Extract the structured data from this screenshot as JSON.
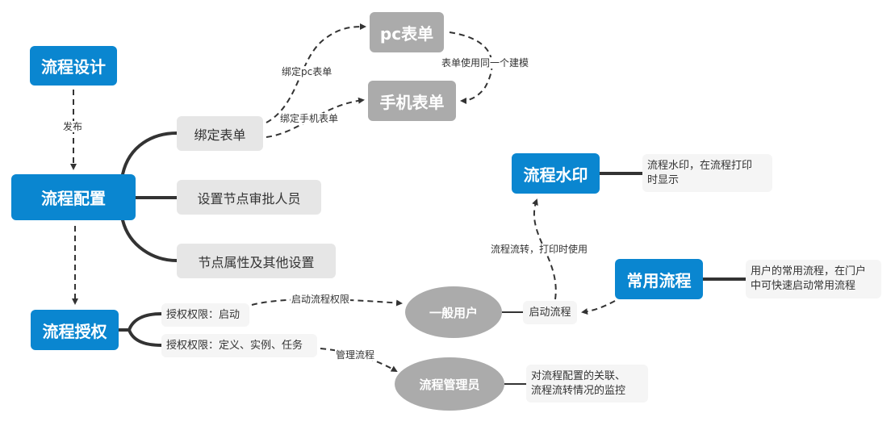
{
  "colors": {
    "primary_node": "#0a86d0",
    "form_node": "#ababab",
    "sub_node": "#e6e6e6",
    "note_bg": "#f5f5f5",
    "connector": "#333333",
    "ellipse_node": "#ababab"
  },
  "nodes": {
    "design": "流程设计",
    "config": "流程配置",
    "authorize": "流程授权",
    "watermark": "流程水印",
    "common": "常用流程",
    "pc_form": "pc表单",
    "mobile_form": "手机表单",
    "general_user": "一般用户",
    "admin": "流程管理员"
  },
  "config_children": {
    "bind_form": "绑定表单",
    "set_approvers": "设置节点审批人员",
    "node_props": "节点属性及其他设置"
  },
  "authorize_children": {
    "start": "授权权限：启动",
    "define": "授权权限：定义、实例、任务"
  },
  "notes": {
    "watermark": "流程水印，在流程打印\n时显示",
    "common": "用户的常用流程，在门户\n中可快速启动常用流程",
    "admin": "对流程配置的关联、\n流程流转情况的监控",
    "start_process": "启动流程"
  },
  "edge_labels": {
    "publish": "发布",
    "bind_pc": "绑定pc表单",
    "bind_mobile": "绑定手机表单",
    "same_model": "表单使用同一个建模",
    "start_permission": "启动流程权限",
    "manage_process": "管理流程",
    "print_usage": "流程流转，打印时使用"
  }
}
